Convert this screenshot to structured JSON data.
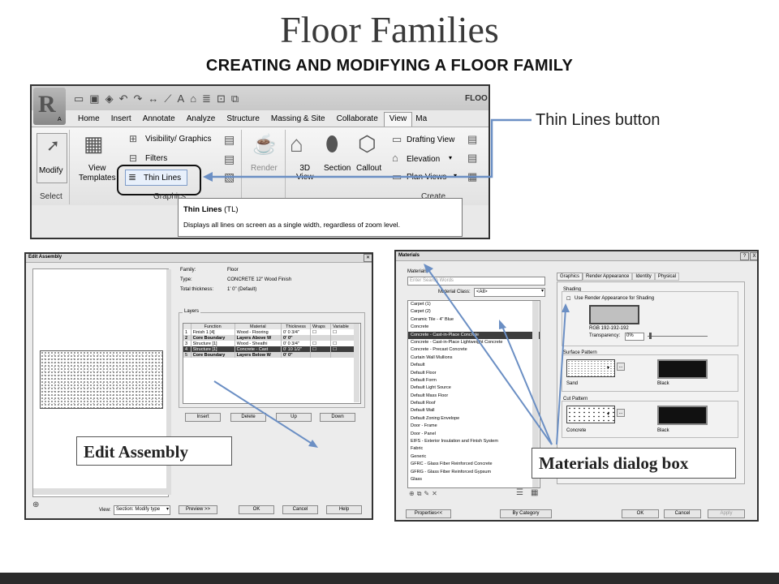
{
  "slide": {
    "title": "Floor Families",
    "subtitle": "CREATING AND MODIFYING A FLOOR FAMILY",
    "callouts": {
      "thin_lines": "Thin Lines button",
      "edit_assembly": "Edit Assembly",
      "materials": "Materials dialog box"
    }
  },
  "ribbon": {
    "app_letter": "R",
    "app_sub": "A",
    "window_title_fragment": "FLOO",
    "tabs": [
      "Home",
      "Insert",
      "Annotate",
      "Analyze",
      "Structure",
      "Massing & Site",
      "Collaborate",
      "View",
      "Ma"
    ],
    "active_tab": "View",
    "modify_label": "Modify",
    "select_label": "Select",
    "view_templates_label": "View\nTemplates",
    "visibility_label": "Visibility/ Graphics",
    "filters_label": "Filters",
    "thin_lines_label": "Thin Lines",
    "graphics_label": "Graphics",
    "render_label": "Render",
    "view3d_label": "3D\nView",
    "section_label": "Section",
    "callout_label": "Callout",
    "drafting_label": "Drafting View",
    "elevation_label": "Elevation",
    "plan_views_label": "Plan Views",
    "create_label": "Create",
    "tooltip_title": "Thin Lines",
    "tooltip_shortcut": "(TL)",
    "tooltip_desc": "Displays all lines on screen as a single width, regardless of zoom level."
  },
  "edit_assembly": {
    "title": "Edit Assembly",
    "family_label": "Family:",
    "family_value": "Floor",
    "type_label": "Type:",
    "type_value": "CONCRETE 12\" Wood Finish",
    "thickness_label": "Total thickness:",
    "thickness_value": "1'  0\"  (Default)",
    "layers_label": "Layers",
    "columns": [
      "Function",
      "Material",
      "Thickness",
      "Wraps",
      "Variable"
    ],
    "rows": [
      [
        "1",
        "Finish 1 [4]",
        "Wood - Flooring",
        "0'  0 3/4\""
      ],
      [
        "2",
        "Core Boundary",
        "Layers Above W",
        "0'  0\""
      ],
      [
        "3",
        "Structure [1]",
        "Wood - Sheathi",
        "0'  0 3/4\""
      ],
      [
        "4",
        "Structure [1]",
        "Concrete - Cast",
        "0'  10 1/2\""
      ],
      [
        "5",
        "Core Boundary",
        "Layers Below W",
        "0'  0\""
      ]
    ],
    "buttons": [
      "Insert",
      "Delete",
      "Up",
      "Down"
    ],
    "view_label": "View:",
    "view_value": "Section: Modify type",
    "preview_label": "Preview >>",
    "ok_label": "OK",
    "cancel_label": "Cancel",
    "help_label": "Help"
  },
  "materials": {
    "title": "Materials",
    "materials_label": "Materials",
    "search_placeholder": "Enter Search Words",
    "class_label": "Material Class:",
    "class_value": "<All>",
    "list": [
      "Carpet (1)",
      "Carpet (2)",
      "Ceramic Tile - 4\" Blue",
      "Concrete",
      "Concrete - Cast-in-Place Concrete",
      "Concrete - Cast-in-Place Lightweight Concrete",
      "Concrete - Precast Concrete",
      "Curtain Wall Mullions",
      "Default",
      "Default Floor",
      "Default Form",
      "Default Light Source",
      "Default Mass Floor",
      "Default Roof",
      "Default Wall",
      "Default Zoning Envelope",
      "Door - Frame",
      "Door - Panel",
      "EIFS - Exterior Insulation and Finish System",
      "Fabric",
      "Generic",
      "GFRC - Glass Fiber Reinforced Concrete",
      "GFRG - Glass Fiber Reinforced Gypsum",
      "Glass"
    ],
    "selected_index": 4,
    "tabs": [
      "Graphics",
      "Render Appearance",
      "Identity",
      "Physical"
    ],
    "shading_label": "Shading",
    "use_render_label": "Use Render Appearance for Shading",
    "rgb_label": "RGB 192-192-192",
    "transparency_label": "Transparency:",
    "transparency_value": "0%",
    "surface_label": "Surface Pattern",
    "sand_label": "Sand",
    "black_label": "Black",
    "cut_label": "Cut Pattern",
    "concrete_label": "Concrete",
    "black2_label": "Black",
    "properties_label": "Properties<<",
    "by_category_label": "By Category",
    "ok_label": "OK",
    "cancel_label": "Cancel",
    "apply_label": "Apply",
    "title_buttons": [
      "?",
      "X"
    ]
  },
  "colors": {
    "arrow": "#6b8fc4",
    "ribbon_bg": "#e9e9e9",
    "selected_row": "#3d3d3d",
    "dialog_title": "#222222"
  }
}
